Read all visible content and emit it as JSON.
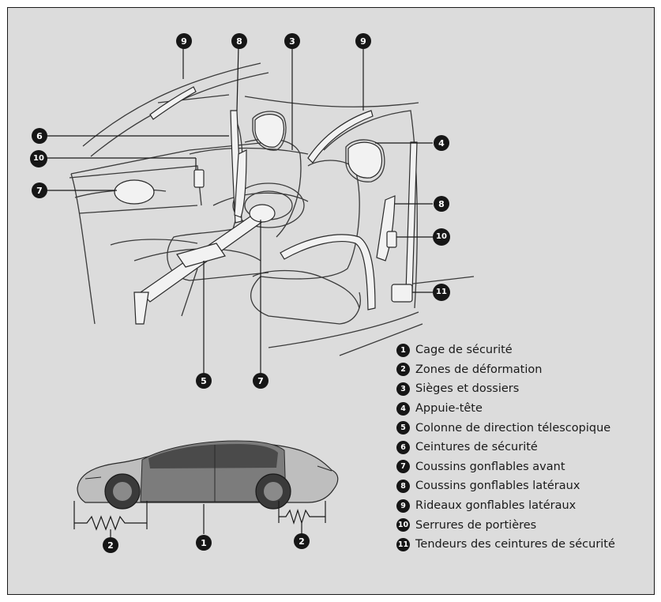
{
  "callouts": {
    "top_pillar_left": "9",
    "top_seatbelt": "8",
    "top_seat": "3",
    "top_pillar_right": "9",
    "left_belt": "6",
    "left_lock": "10",
    "left_door_airbag": "7",
    "right_headrest": "4",
    "right_side_airbag": "8",
    "right_lock": "10",
    "right_tensioner": "11",
    "bottom_steering_column": "5",
    "bottom_front_airbag": "7",
    "car_front_zone": "2",
    "car_cage": "1",
    "car_rear_zone": "2"
  },
  "legend": [
    {
      "num": "1",
      "label": "Cage de sécurité"
    },
    {
      "num": "2",
      "label": "Zones de déformation"
    },
    {
      "num": "3",
      "label": "Sièges et dossiers"
    },
    {
      "num": "4",
      "label": "Appuie-tête"
    },
    {
      "num": "5",
      "label": "Colonne de direction télescopique"
    },
    {
      "num": "6",
      "label": "Ceintures de sécurité"
    },
    {
      "num": "7",
      "label": "Coussins gonflables avant"
    },
    {
      "num": "8",
      "label": "Coussins gonflables latéraux"
    },
    {
      "num": "9",
      "label": "Rideaux gonflables latéraux"
    },
    {
      "num": "10",
      "label": "Serrures de portières"
    },
    {
      "num": "11",
      "label": "Tendeurs des ceintures de sécurité"
    }
  ],
  "colors": {
    "background": "#dcdcdc",
    "callout": "#161616",
    "line": "#1a1a1a",
    "highlight": "#f2f2f2"
  }
}
